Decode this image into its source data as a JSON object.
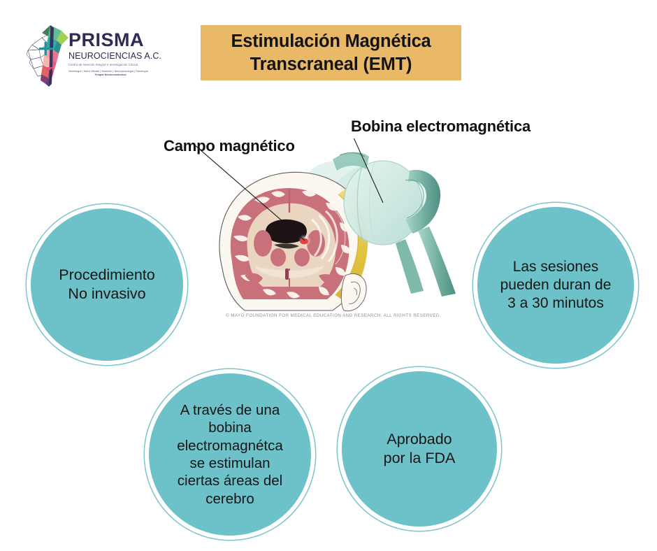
{
  "logo": {
    "mark_name": "prisma-geometric-face-logo",
    "wordmark": "PRISMA",
    "subwordmark": "NEUROCIENCIAS A.C.",
    "tagline": "Centro de Atención Integral e Investigación Clínica",
    "services_line": "Neurología | Salud Mental | Nutrición | Neuropsicología | Psicología",
    "services_line2": "Terapia Neuroconductual",
    "text_color": "#312a52",
    "tagline_color": "#7a5a86"
  },
  "title": {
    "line1": "Estimulación Magnética",
    "line2": "Transcraneal (EMT)",
    "background_color": "#eab968",
    "text_color": "#141414"
  },
  "illustration": {
    "name": "tms-brain-coil-illustration",
    "labels": {
      "magnetic_field": "Campo magnético",
      "coil": "Bobina electromagnética"
    },
    "credit": "© MAYO FOUNDATION FOR MEDICAL EDUCATION AND RESEARCH. ALL RIGHTS RESERVED.",
    "colors": {
      "brain_tissue": "#c9717a",
      "brain_inner": "#ead6c0",
      "scalp": "#e8c84a",
      "coil_device": "#7fbdae",
      "coil_light": "#d9efe9"
    }
  },
  "bubbles": [
    {
      "id": "bubble-left",
      "text": "Procedimiento\nNo invasivo"
    },
    {
      "id": "bubble-right",
      "text": "Las sesiones\npueden duran de\n3 a 30 minutos"
    },
    {
      "id": "bubble-bottom-left",
      "text": "A través de una\nbobina\nelectromagnétca\nse estimulan\nciertas áreas del\ncerebro"
    },
    {
      "id": "bubble-bottom-mid",
      "text": "Aprobado\npor la FDA"
    }
  ],
  "theme": {
    "bubble_fill": "#6cc2c8",
    "bubble_ring": "#7ec4cb",
    "background": "#ffffff"
  }
}
